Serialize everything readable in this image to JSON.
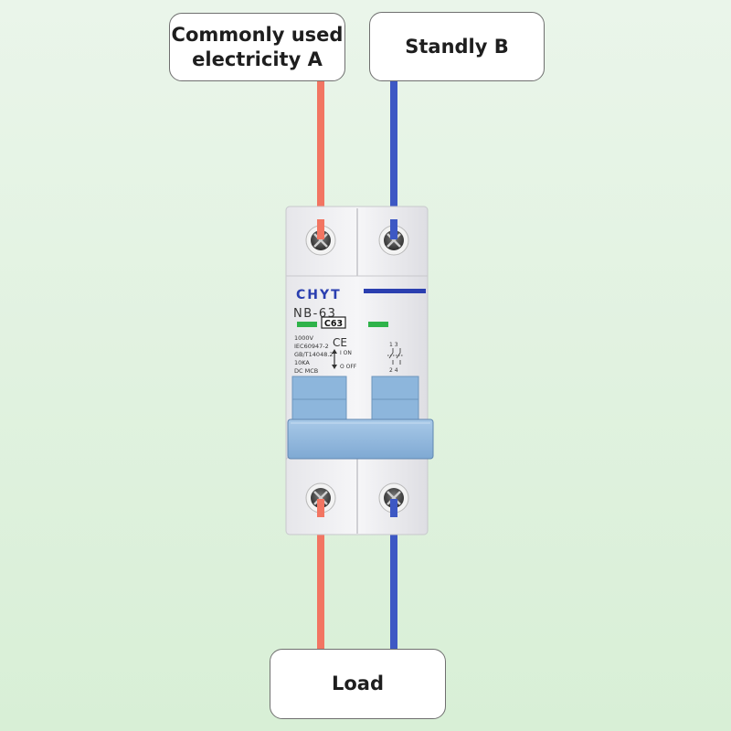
{
  "labels": {
    "source_a": "Commonly used\nelectricity A",
    "source_b": "Standly B",
    "load": "Load"
  },
  "breaker": {
    "brand": "CHYT",
    "model": "NB-63",
    "rating": "C63",
    "voltage": "1000V",
    "standard_1": "IEC60947-2",
    "standard_2": "GB/T14048.2",
    "breaking_capacity": "10KA",
    "type": "DC MCB",
    "on_label": "I ON",
    "off_label": "O OFF",
    "cert_mark": "CE",
    "terminal_top": "1 3",
    "terminal_bottom": "2 4"
  },
  "colors": {
    "wire_a": "#f27562",
    "wire_b": "#3d58c4",
    "brand_blue": "#2b3fb0",
    "handle_blue": "#8db6dc",
    "indicator_green": "#2fb34a"
  }
}
